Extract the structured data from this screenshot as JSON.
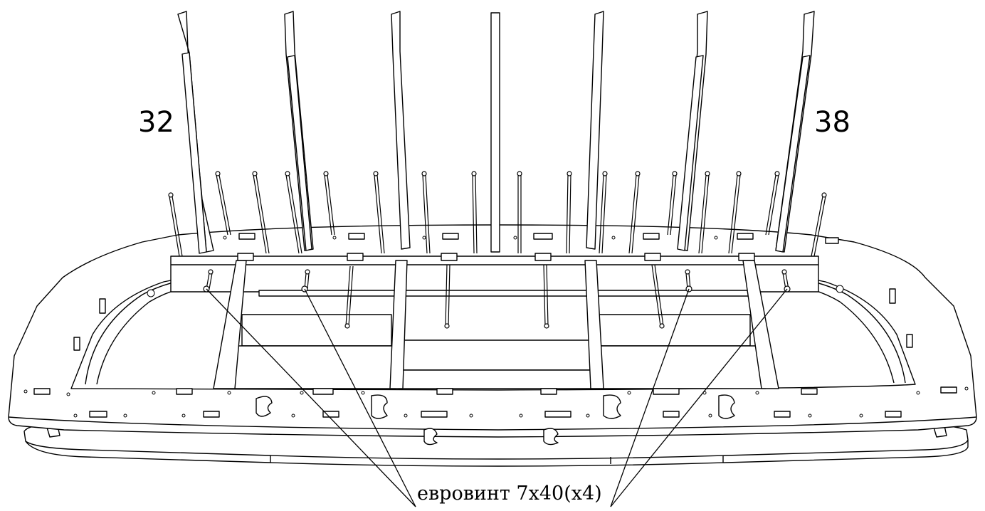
{
  "labels": {
    "left_part": "32",
    "right_part": "38",
    "fastener_caption": "евровинт 7х40(х4)"
  },
  "drawing": {
    "subject": "sofa frame assembly with vertical slats and screws",
    "line_color": "#000000",
    "fill_color": "#ffffff"
  }
}
